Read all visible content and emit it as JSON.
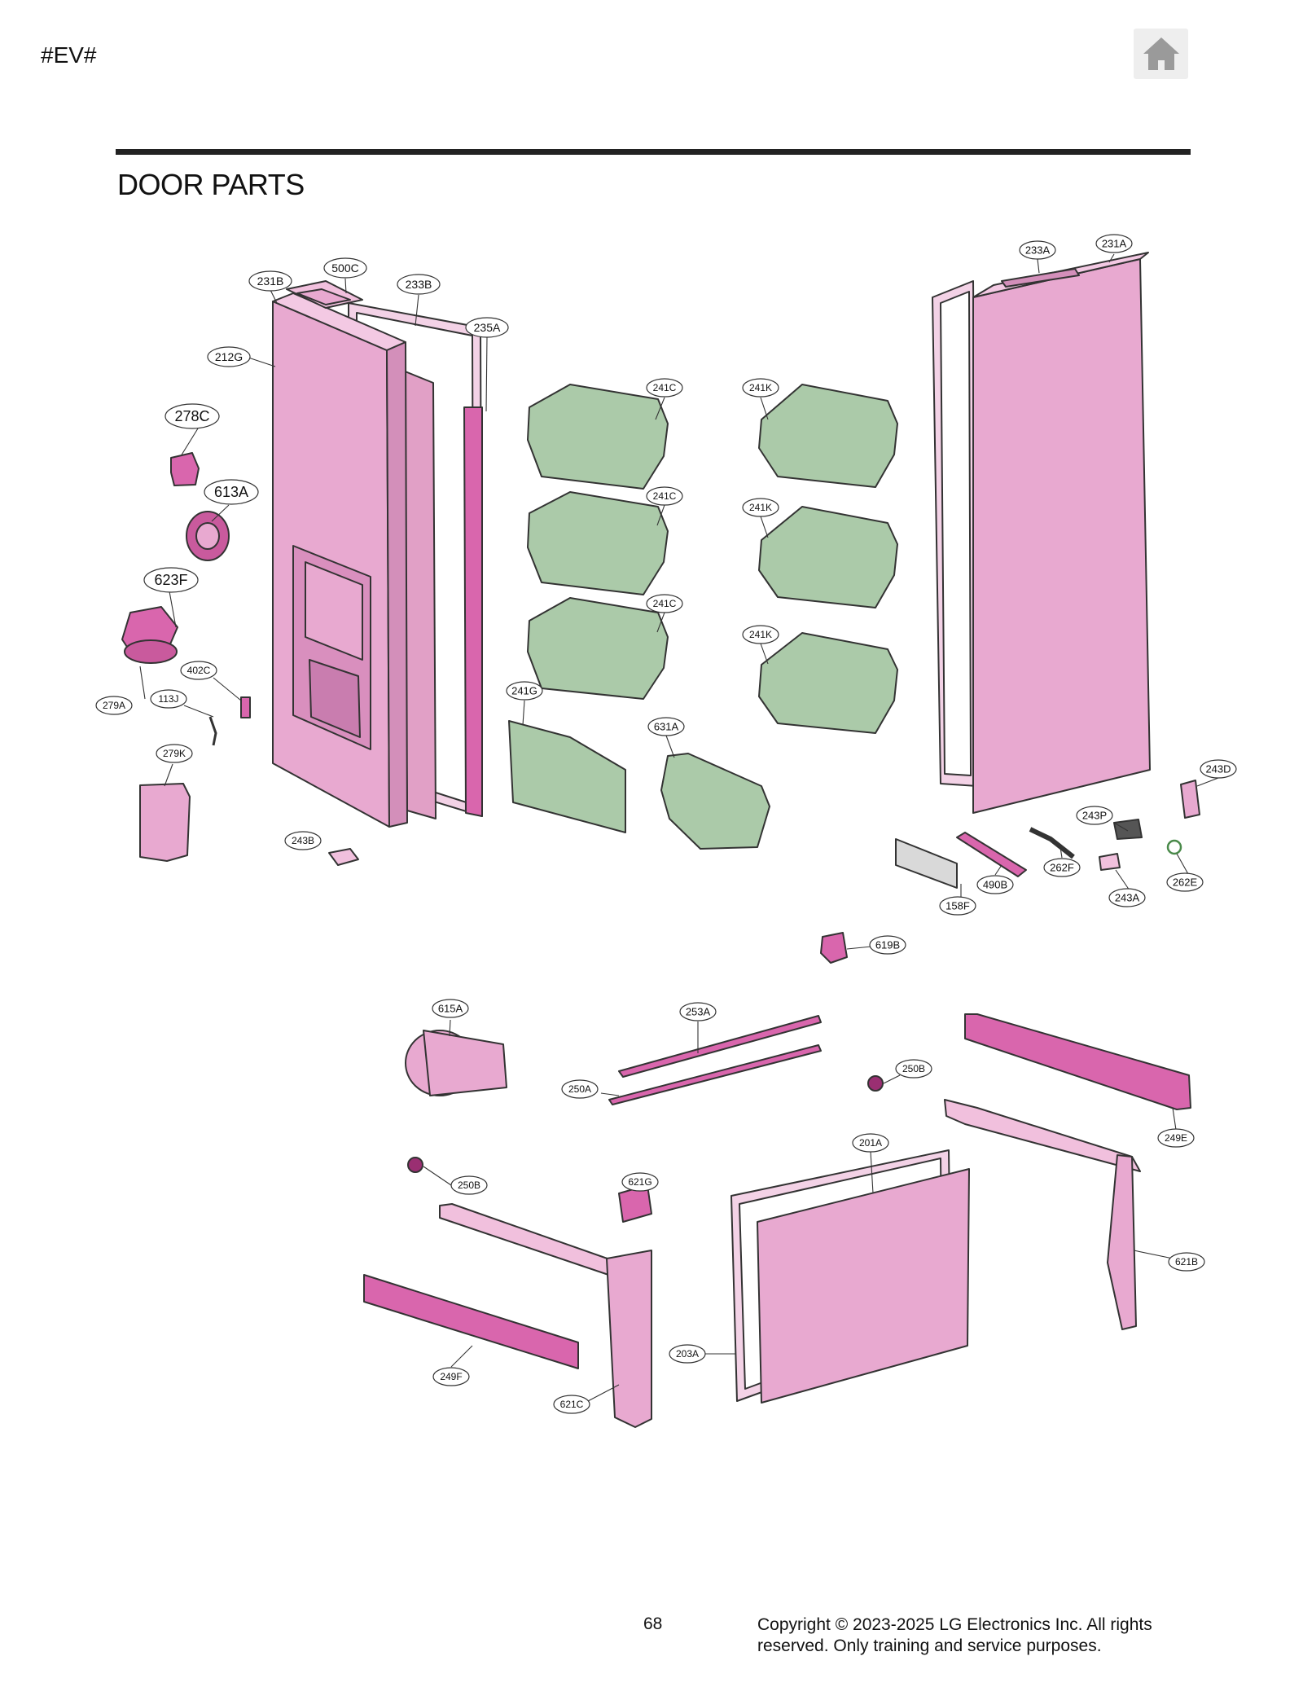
{
  "header": {
    "code": "#EV#",
    "home_icon": "home-icon"
  },
  "section": {
    "title": "DOOR PARTS"
  },
  "colors": {
    "pink_part": "#e8a9d0",
    "magenta_part": "#d966ad",
    "green_part": "#abcaa9",
    "gray_part": "#d9d9d9"
  },
  "callouts": {
    "c231B": "231B",
    "c500C": "500C",
    "c233B": "233B",
    "c235A": "235A",
    "c212G": "212G",
    "c278C": "278C",
    "c613A": "613A",
    "c623F": "623F",
    "c402C": "402C",
    "c113J": "113J",
    "c279A": "279A",
    "c279K": "279K",
    "c243B_top": "243B",
    "c241C_1": "241C",
    "c241C_2": "241C",
    "c241C_3": "241C",
    "c241K_1": "241K",
    "c241K_2": "241K",
    "c241K_3": "241K",
    "c241G": "241G",
    "c631A": "631A",
    "c233A": "233A",
    "c231A": "231A",
    "c243D": "243D",
    "c243P": "243P",
    "c262F": "262F",
    "c490B": "490B",
    "c158F": "158F",
    "c243A": "243A",
    "c262E": "262E",
    "c619B": "619B",
    "c615A": "615A",
    "c253A": "253A",
    "c250A": "250A",
    "c250B_r": "250B",
    "c249E": "249E",
    "c201A": "201A",
    "c250B_l": "250B",
    "c621G": "621G",
    "c621B": "621B",
    "c203A": "203A",
    "c249F": "249F",
    "c621C": "621C"
  },
  "footer": {
    "page_number": "68",
    "copyright": "Copyright © 2023-2025 LG Electronics Inc. All rights reserved. Only training and service purposes."
  }
}
